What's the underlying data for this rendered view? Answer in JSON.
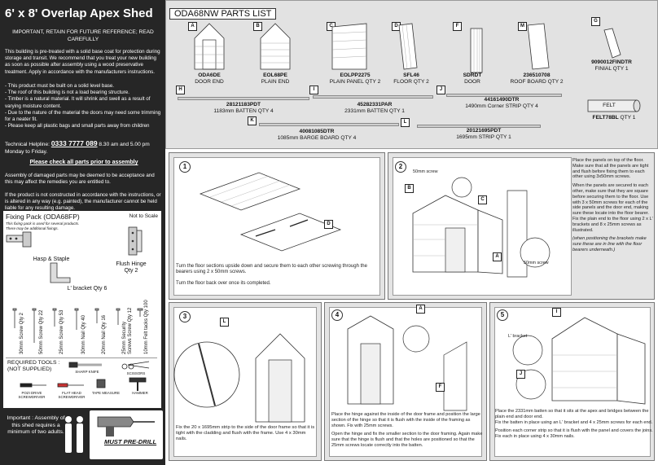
{
  "left": {
    "title": "6' x 8' Overlap Apex Shed",
    "subtitle": "IMPORTANT, RETAIN FOR FUTURE REFERENCE; READ CAREFULLY",
    "intro": "This building is pre-treated with a solid base coat for protection during storage and transit. We recommend that you treat your new building as soon as possible after assembly using a wood preservative treatment. Apply in accordance with the manufacturers instructions.",
    "notes": [
      "- This product must be built on a solid level base.",
      "- The roof of this building is not a load bearing structure.",
      "- Timber is a natural material. It will shrink and swell as a result of varying moisture content.",
      "- Due to the nature of the material the doors may need some trimming for a neater fit.",
      "- Please keep all plastic bags and small parts away from children"
    ],
    "helpline_label": "Technical Helpline:",
    "helpline_number": "0333 7777 089",
    "helpline_hours": "8.30 am and 5.00 pm  Monday to Friday.",
    "check_parts": "Please check all parts prior to assembly",
    "damage": "Assembly of damaged parts may be deemed to be acceptance and this may affect the remedies you are entitled to.",
    "construct": "If the product is not constructed in accordance with the instructions, or is altered in any way (e.g. painted), the manufacturer cannot be held liable for any resulting damage.",
    "fixing_title": "Fixing Pack (ODA68FP)",
    "fixing_sub1": "This fixing pack is used for several products.",
    "fixing_sub2": "There may be additional fixings.",
    "not_to_scale": "Not to Scale",
    "hasp": "Hasp & Staple",
    "flush_hinge": "Flush Hinge Qty 2",
    "l_bracket": "L' bracket Qty 6",
    "screws": [
      "30mm Screw Qty 2",
      "50mm Screw Qty 22",
      "25mm Screw Qty 53",
      "30mm Nail Qty 40",
      "20mm Nail Qty 16",
      "25mm Security Screws Screw Qty 12",
      "10mm Felt tacks Qty 100"
    ],
    "tools_title": "REQUIRED TOOLS : (NOT SUPPLIED)",
    "tools": [
      "SHARP KNIFE",
      "SCISSORS",
      "POZI DRIVE SCREWDRIVER",
      "FLAT HEAD SCREWDRIVER",
      "TAPE MEASURE",
      "HAMMER"
    ],
    "important": "Important : Assembly of this shed requires a minimum of two adults.",
    "must_predrill": "MUST PRE-DRILL"
  },
  "parts": {
    "title": "ODA68NW PARTS LIST",
    "items": [
      {
        "letter": "A",
        "code": "ODA6DE",
        "name": "DOOR END"
      },
      {
        "letter": "B",
        "code": "EOL68PE",
        "name": "PLAIN END"
      },
      {
        "letter": "C",
        "code": "EOLPP2275",
        "name": "PLAIN PANEL QTY 2"
      },
      {
        "letter": "D",
        "code": "SFL46",
        "name": "FLOOR QTY 2"
      },
      {
        "letter": "F",
        "code": "SDRDT",
        "name": "DOOR"
      },
      {
        "letter": "M",
        "code": "236510708",
        "name": "ROOF BOARD QTY 2"
      },
      {
        "letter": "G",
        "code": "9090012FINDTR",
        "name": "FINIAL QTY 1"
      }
    ],
    "bars": [
      {
        "letter": "H",
        "code": "28121183PDT",
        "name": "1183mm BATTEN QTY 4"
      },
      {
        "letter": "I",
        "code": "45282331PAR",
        "name": "2331mm BATTEN QTY 1"
      },
      {
        "letter": "J",
        "code": "44161490DTR",
        "name": "1490mm Corner STRIP QTY 4"
      },
      {
        "letter": "K",
        "code": "40081085DTR",
        "name": "1085mm BARGE BOARD QTY 4"
      },
      {
        "letter": "L",
        "code": "20121695PDT",
        "name": "1695mm STRIP QTY 1"
      }
    ],
    "felt_label": "FELT",
    "felt_code": "FELT78BL",
    "felt_qty": "QTY 1"
  },
  "steps": {
    "s1": {
      "num": "1",
      "label_d": "D",
      "text1": "Turn the floor sections upside down and secure them to each other screwing through the bearers using 2 x 50mm screws.",
      "text2": "Turn the floor back over once its completed."
    },
    "s2": {
      "num": "2",
      "screw_top": "50mm screw",
      "screw_bottom": "50mm screw",
      "lbl_b": "B",
      "lbl_c": "C",
      "lbl_a": "A",
      "text1": "Place the panels on top of the floor. Make sure that all the panels are tight and flush before fixing them to each other using 3x50mm screws.",
      "text2": "When the panels are secured to each other, make sure that they are square before securing them to the floor. Use with 3 x 50mm screws for each of the side panels and the door end, making sure these locate into the floor bearer. Fix the plain end to the floor using 2 x L' brackets and 8 x 25mm screws as illustrated.",
      "text3": "(when positioning the brackets make sure these are in line with the floor bearers underneath.)"
    },
    "s3": {
      "num": "3",
      "lbl_l": "L",
      "text": "Fix the 20 x 1695mm strip to the side of the door frame so that it is tight with the cladding and flush with the frame. Use 4 x 30mm nails."
    },
    "s4": {
      "num": "4",
      "lbl_a": "A",
      "lbl_f": "F",
      "text1": "Place the hinge against the inside of the door frame and position the large section of the hinge so that it is flush with the inside of the framing as shown. Fix with 25mm screws.",
      "text2": "Open the hinge and fix the smaller section to the door framing. Again make sure that the hinge is flush and that the holes are positioned so that the 25mm screws locate correctly into the batten."
    },
    "s5": {
      "num": "5",
      "lbl_i": "I",
      "lbl_j": "J",
      "bracket": "L' bracket",
      "text1": "Place the 2331mm batten so that it sits at the apex and bridges between the plain end and door end.",
      "text2": "Fix the batten in place using an L' bracket and 4 x 25mm screws for each end.",
      "text3": "Position each corner strip so that it is flush with the panel and covers the joins. Fix each in place using 4 x 30mm nails."
    }
  }
}
